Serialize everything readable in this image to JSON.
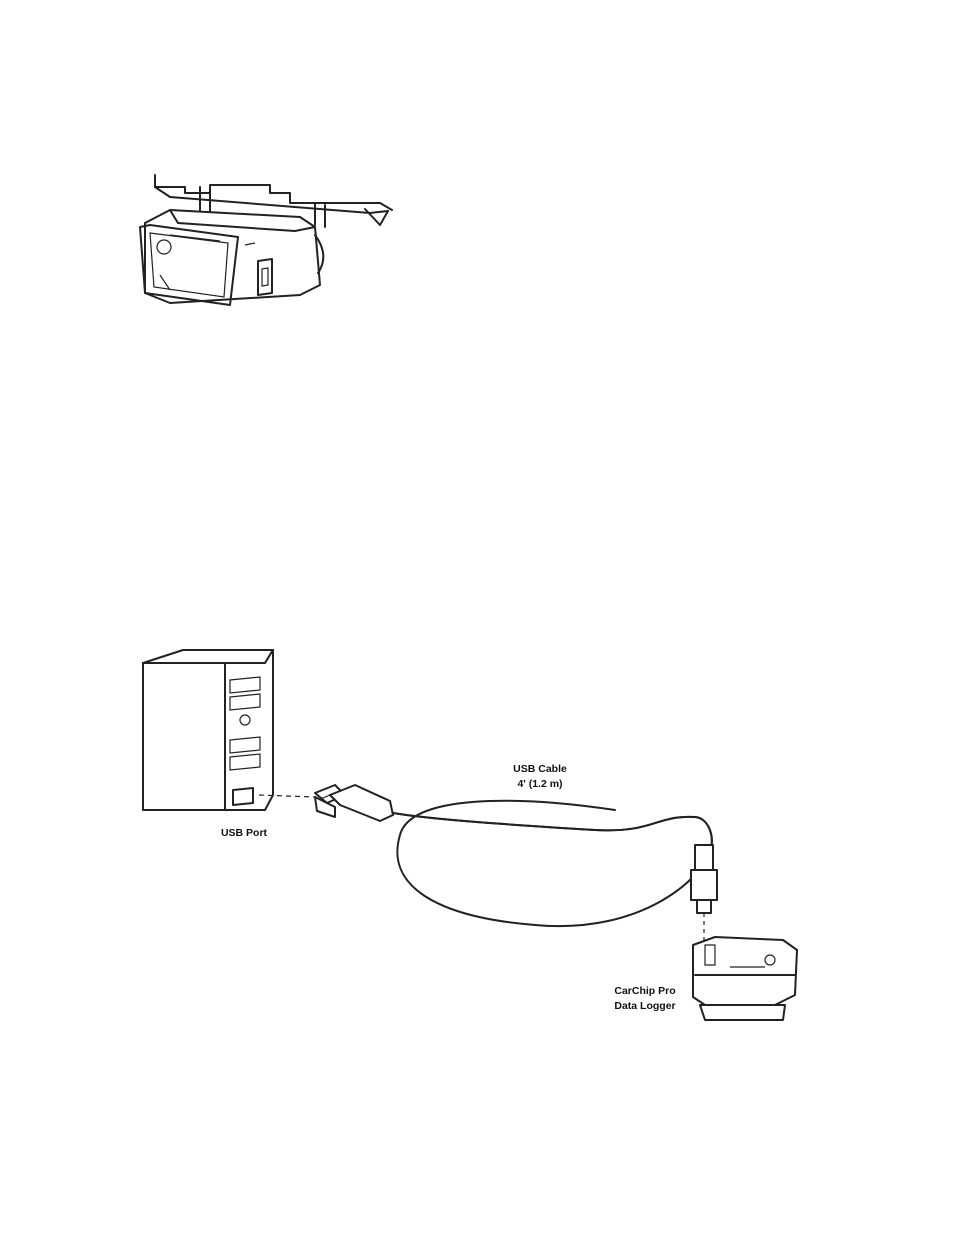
{
  "figure": {
    "labels": {
      "usb_port": "USB Port",
      "usb_cable_line1": "USB Cable",
      "usb_cable_line2": "4' (1.2 m)",
      "carchip_line1": "CarChip Pro",
      "carchip_line2": "Data Logger"
    },
    "colors": {
      "ink": "#222222",
      "background": "#ffffff"
    }
  }
}
